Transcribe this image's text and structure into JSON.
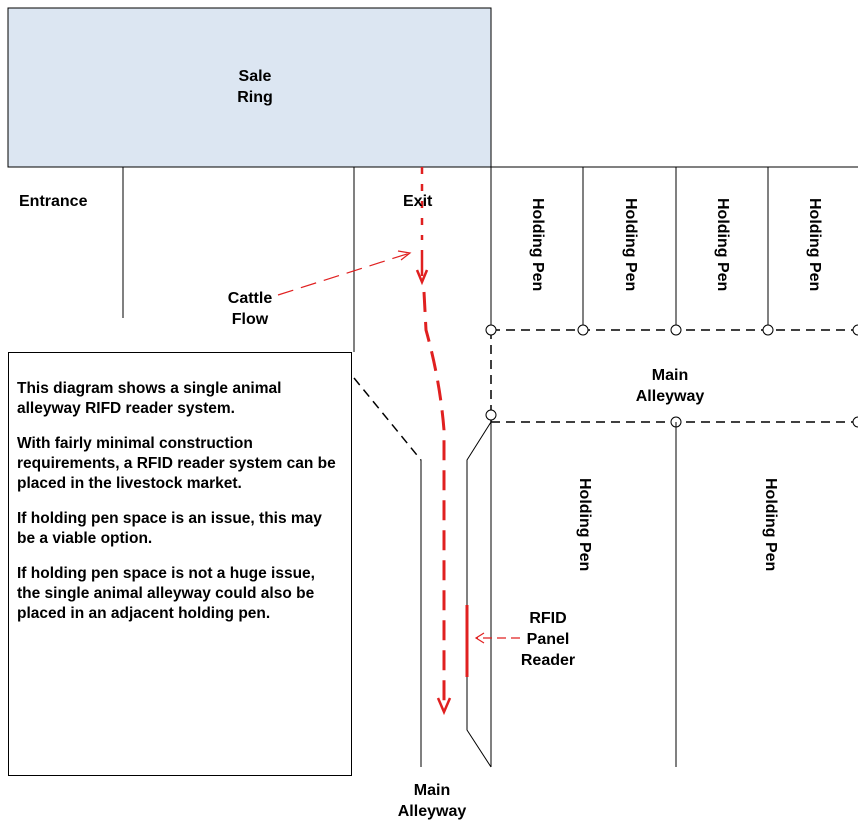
{
  "sale_ring": {
    "line1": "Sale",
    "line2": "Ring"
  },
  "labels": {
    "entrance": "Entrance",
    "exit": "Exit",
    "cattle_flow_1": "Cattle",
    "cattle_flow_2": "Flow",
    "main_alleyway_1": "Main",
    "main_alleyway_2": "Alleyway",
    "bottom_alleyway_1": "Main",
    "bottom_alleyway_2": "Alleyway",
    "rfid_1": "RFID",
    "rfid_2": "Panel",
    "rfid_3": "Reader"
  },
  "holding_pens_top": [
    "Holding Pen",
    "Holding Pen",
    "Holding Pen",
    "Holding Pen"
  ],
  "holding_pens_bottom": [
    "Holding Pen",
    "Holding Pen"
  ],
  "note_paragraphs": [
    "This diagram shows a single animal alleyway RIFD reader system.",
    "With fairly minimal construction requirements, a RFID reader system can be placed in the livestock market.",
    "If holding pen space is an issue, this may be a viable option.",
    "If holding pen space is not a huge issue, the single animal alleyway could also be placed in an adjacent holding pen."
  ],
  "colors": {
    "sale_ring_fill": "#dce6f2",
    "flow_red": "#e02020",
    "line": "#000000"
  }
}
